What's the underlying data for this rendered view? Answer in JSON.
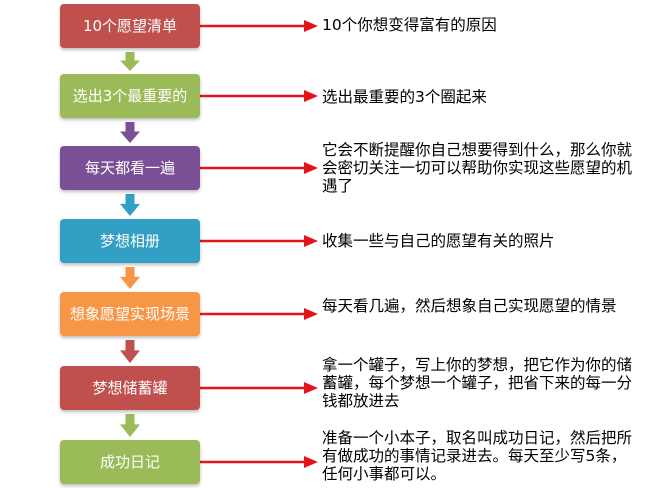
{
  "steps": [
    {
      "label": "10个愿望清单",
      "color": "#c0504d",
      "desc": "10个你想变得富有的原因"
    },
    {
      "label": "选出3个最重要的",
      "color": "#9bbb59",
      "desc": "选出最重要的3个圈起来"
    },
    {
      "label": "每天都看一遍",
      "color": "#7b4f96",
      "desc": "它会不断提醒你自己想要得到什么，那么你就会密切关注一切可以帮助你实现这些愿望的机遇了"
    },
    {
      "label": "梦想相册",
      "color": "#31a0c4",
      "desc": "收集一些与自己的愿望有关的照片"
    },
    {
      "label": "想象愿望实现场景",
      "color": "#f79646",
      "desc": "每天看几遍，然后想象自己实现愿望的情景"
    },
    {
      "label": "梦想储蓄罐",
      "color": "#c0504d",
      "desc": "拿一个罐子，写上你的梦想，把它作为你的储蓄罐，每个梦想一个罐子，把省下来的每一分钱都放进去"
    },
    {
      "label": "成功日记",
      "color": "#9bbb59",
      "desc": "准备一个小本子，取名叫成功日记，然后把所有做成功的事情记录进去。每天至少写5条，任何小事都可以。"
    }
  ],
  "arrow_color": "#e3141b"
}
